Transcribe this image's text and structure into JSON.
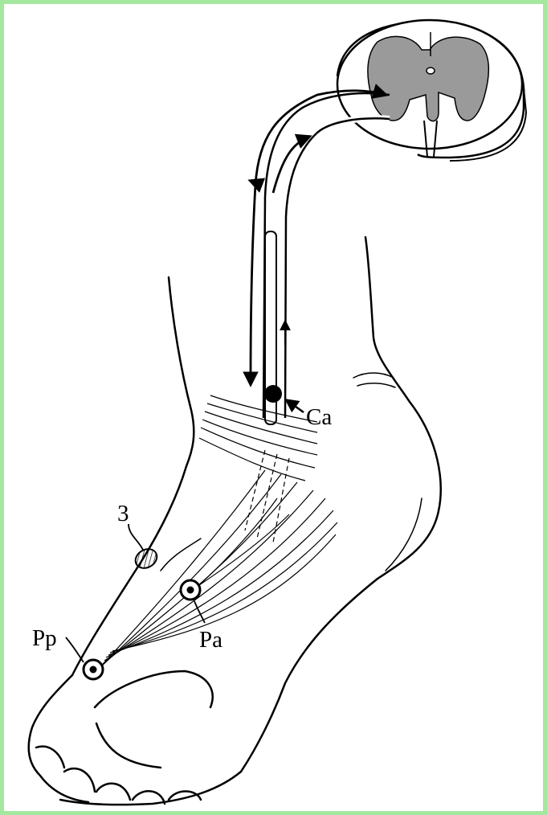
{
  "labels": {
    "ca": "Ca",
    "pa": "Pa",
    "pp": "Pp",
    "three": "3"
  },
  "colors": {
    "border": "#a4e8a0",
    "ink": "#000000",
    "gray_matter": "#9a9a9a"
  }
}
